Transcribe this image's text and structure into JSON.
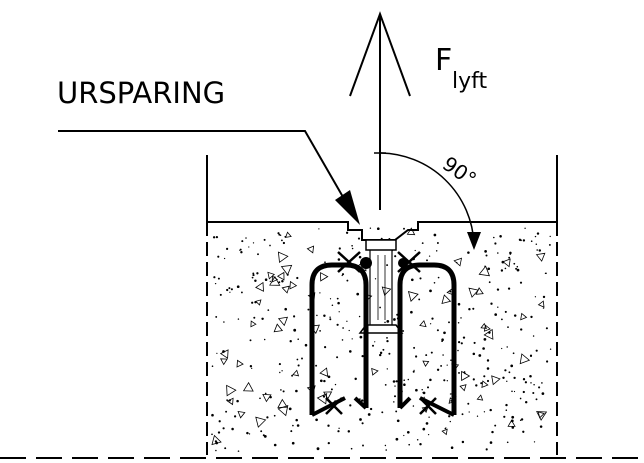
{
  "labels": {
    "recess": "URSPARING",
    "force_main": "F",
    "force_sub": "lyft",
    "angle": "90°"
  },
  "colors": {
    "ink": "#000000",
    "paper": "#ffffff"
  }
}
